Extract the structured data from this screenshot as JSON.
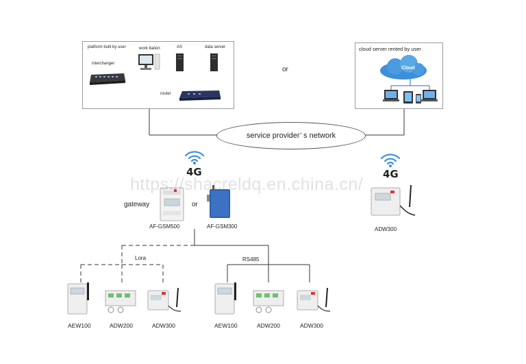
{
  "platform_box": {
    "title": "platform built by user",
    "labels": {
      "work_station": "work ttation",
      "as": "AS",
      "data_server": "data server",
      "interchanger": "interchanger",
      "router": "router"
    }
  },
  "or_top": "or",
  "cloud_box": {
    "title": "cloud server rented by user",
    "cloud_label": "Cloud"
  },
  "network_label": "service provider’ s network",
  "signal_left": "4G",
  "signal_right": "4G",
  "gateway_label": "gateway",
  "or_gateway": "or",
  "gateway_devices": [
    "AF-GSM500",
    "AF-GSM300"
  ],
  "right_device": "ADW300",
  "lora_label": "Lora",
  "rs485_label": "RS485",
  "lora_devices": [
    "AEW100",
    "ADW200",
    "ADW300"
  ],
  "rs485_devices": [
    "AEW100",
    "ADW200",
    "ADW300"
  ],
  "watermark": "https://shacreldq.en.china.cn/",
  "colors": {
    "line": "#333333",
    "wifi": "#3a8fd8",
    "cloud": "#3d8fd6"
  }
}
